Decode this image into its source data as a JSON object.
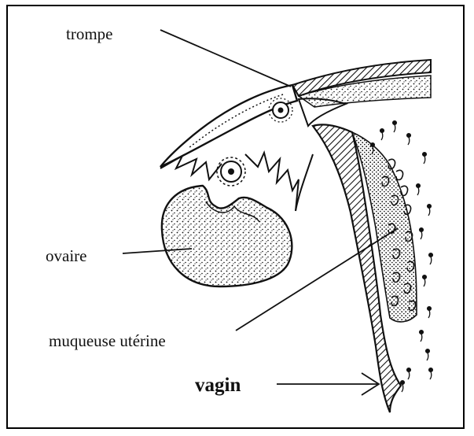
{
  "labels": {
    "trompe": "trompe",
    "ovaire": "ovaire",
    "muqueuse": "muqueuse utérine",
    "vagin": "vagin"
  },
  "colors": {
    "ink": "#111111",
    "background": "#ffffff"
  }
}
